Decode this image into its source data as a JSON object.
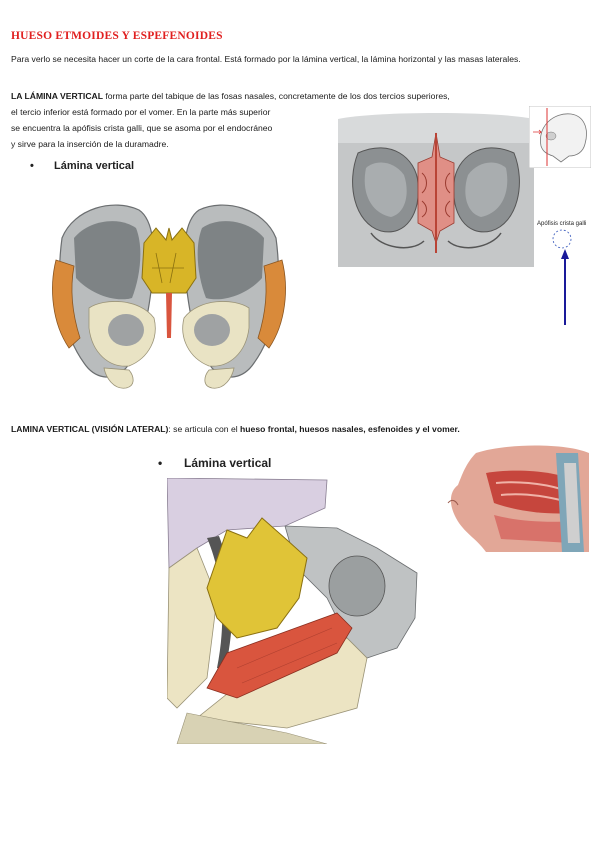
{
  "title": "HUESO ETMOIDES Y ESPEFENOIDES",
  "paragraph1": "Para verlo se necesita hacer un corte de la cara frontal. Está formado por la lámina vertical, la lámina horizontal y las masas laterales.",
  "paragraph2": {
    "line1_bold": "LA LÁMINA VERTICAL",
    "line1_rest": " forma parte del tabique de las fosas nasales, concretamente de los dos tercios superiores,",
    "line2": "el tercio inferior está formado por el vomer. En la parte más superior",
    "line3": "se encuentra la apófisis crista galli, que se asoma por el endocráneo",
    "line4": "y sirve para la inserción de la duramadre."
  },
  "figure1_label": "Lámina vertical",
  "figure1_bullet": "•",
  "figure2_caption": "Apófisis crista galli",
  "paragraph3": {
    "bold1": "LAMINA VERTICAL (VISIÓN LATERAL)",
    "text1": ": se articula con el ",
    "bold2": "hueso frontal, huesos nasales, esfenoides y el vomer."
  },
  "figure3_label": "Lámina vertical",
  "figure3_bullet": "•",
  "colors": {
    "title_red": "#e02020",
    "ethmoid_yellow": "#d8b527",
    "septum_red": "#d9553e",
    "bone_gray": "#8f9294",
    "arrow_blue": "#1a1a9a"
  }
}
